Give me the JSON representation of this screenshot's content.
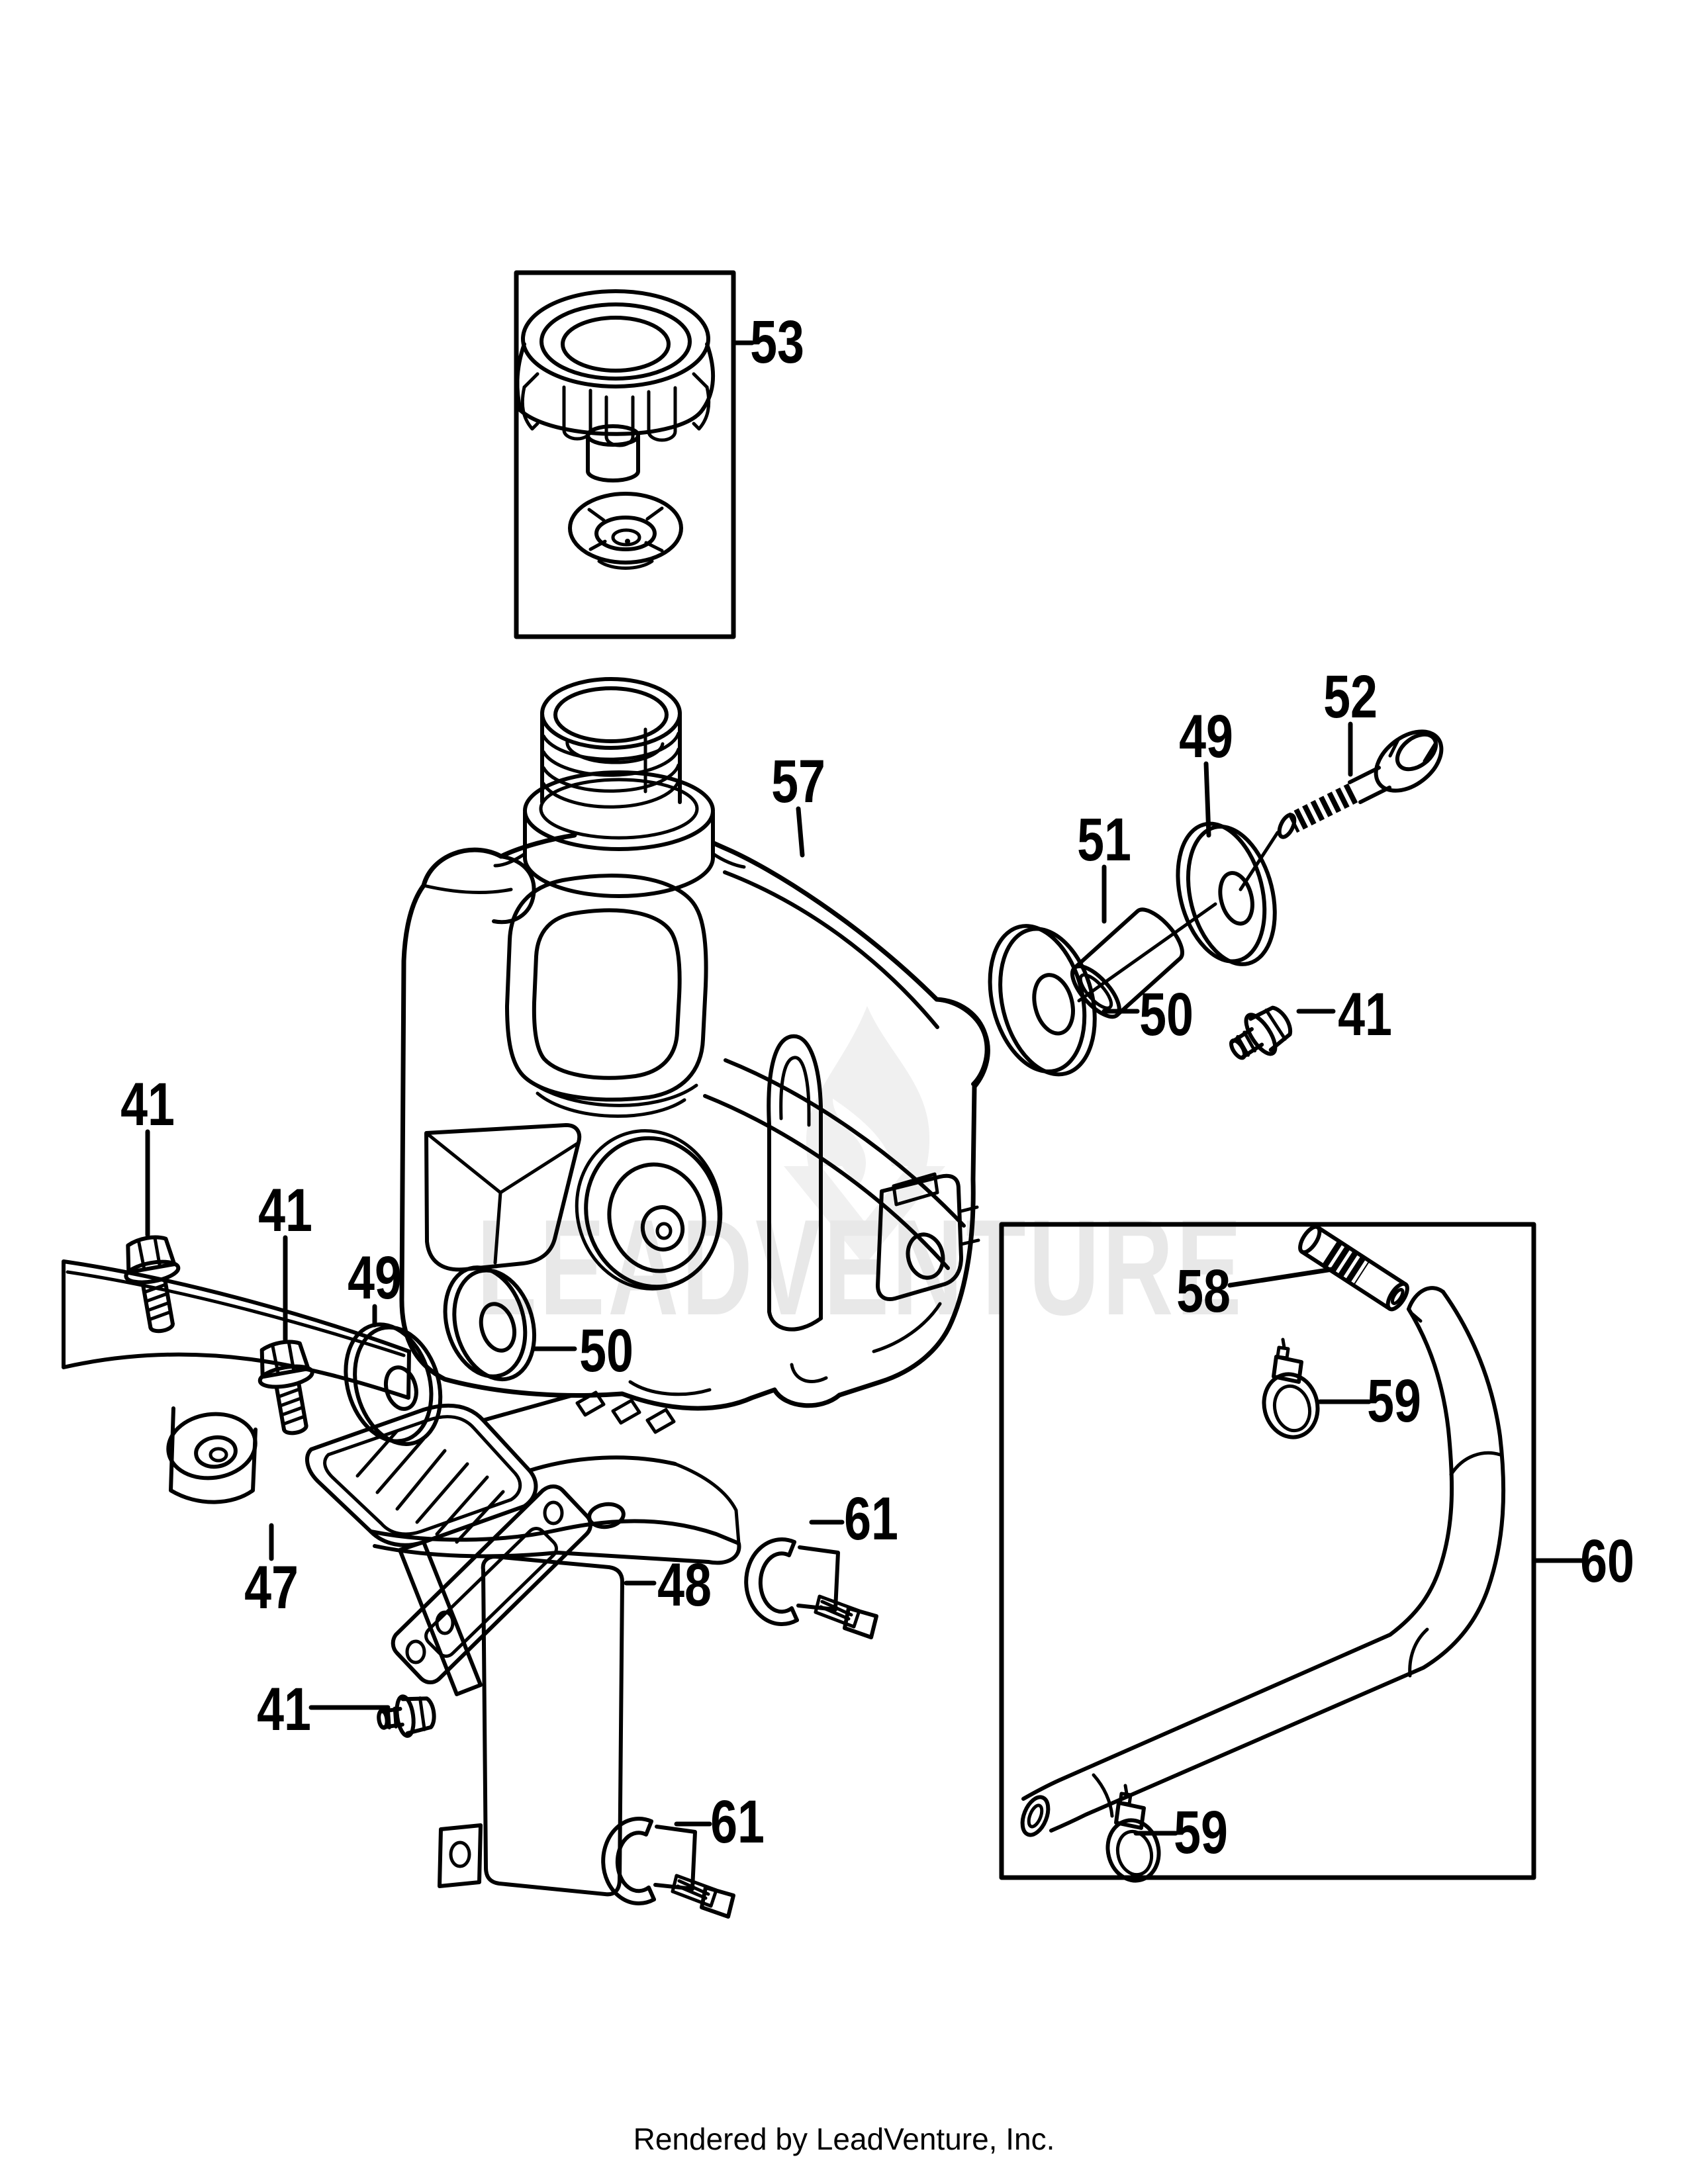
{
  "page": {
    "background": "#ffffff",
    "line_color": "#000000",
    "watermark": {
      "text": "LEADVENTURE",
      "color": "#e8e8e8",
      "logo_color": "#f0f0f0"
    },
    "footer": {
      "text": "Rendered by LeadVenture, Inc."
    }
  },
  "diagram": {
    "type": "exploded-parts-diagram",
    "callouts": [
      {
        "label": "53"
      },
      {
        "label": "57"
      },
      {
        "label": "52"
      },
      {
        "label": "49"
      },
      {
        "label": "51"
      },
      {
        "label": "50"
      },
      {
        "label": "41"
      },
      {
        "label": "41"
      },
      {
        "label": "41"
      },
      {
        "label": "49"
      },
      {
        "label": "50"
      },
      {
        "label": "47"
      },
      {
        "label": "48"
      },
      {
        "label": "61"
      },
      {
        "label": "41"
      },
      {
        "label": "61"
      },
      {
        "label": "58"
      },
      {
        "label": "59"
      },
      {
        "label": "60"
      },
      {
        "label": "59"
      }
    ]
  }
}
